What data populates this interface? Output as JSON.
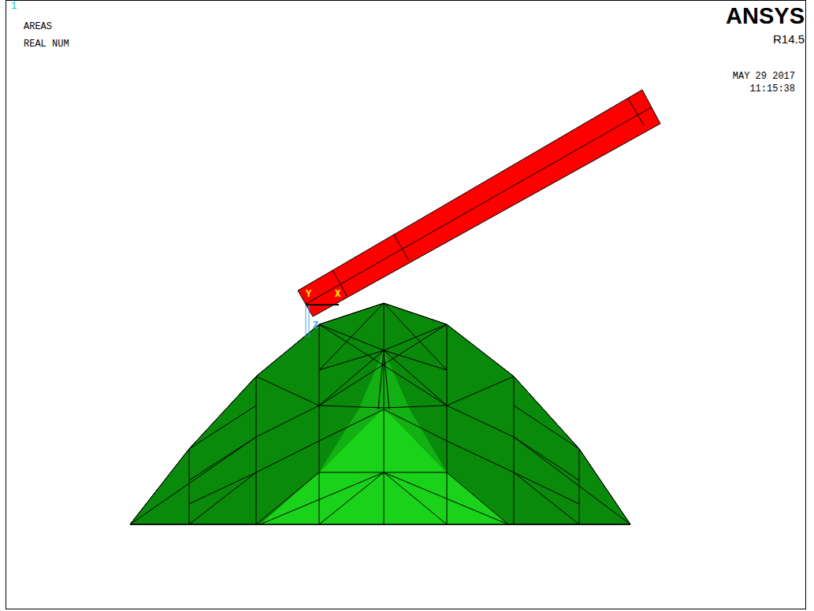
{
  "diagram": {
    "labels": [
      "1",
      "AREAS",
      "REAL NUM",
      "ANSYS",
      "R14.5",
      "MAY 29 2017",
      "11:15:38",
      "Y",
      "X",
      "Z"
    ]
  }
}
